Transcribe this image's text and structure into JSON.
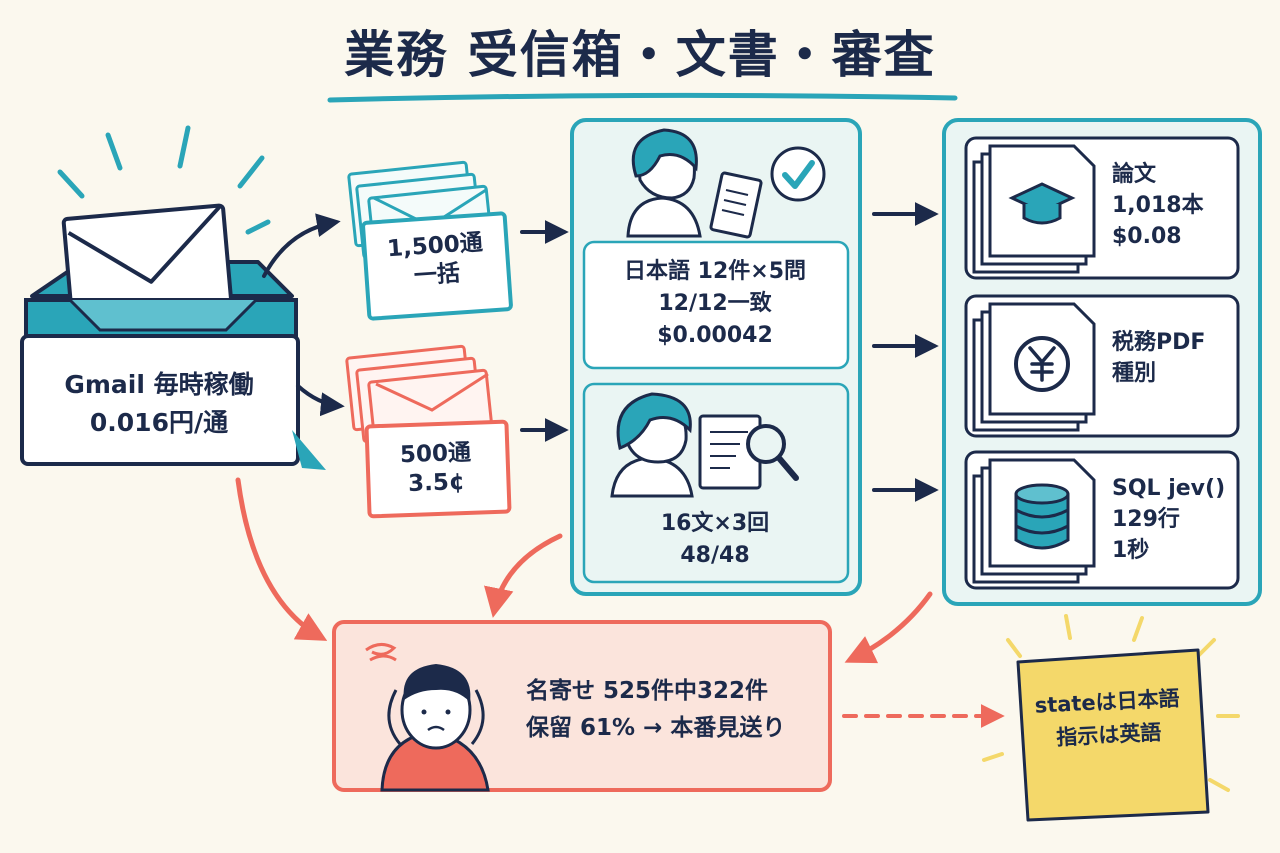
{
  "title": "業務 受信箱・文書・審査",
  "gmail": {
    "line1": "Gmail 毎時稼働",
    "line2": "0.016円/通"
  },
  "batch": {
    "line1": "1,500通",
    "line2": "一括"
  },
  "small": {
    "line1": "500通",
    "line2": "3.5¢"
  },
  "japanese_review": {
    "line1": "日本語 12件×5問",
    "line2": "12/12一致",
    "line3": "$0.00042"
  },
  "verification": {
    "line1": "16文×3回",
    "line2": "48/48"
  },
  "outputs": [
    {
      "lines": [
        "論文",
        "1,018本",
        "$0.08"
      ],
      "icon": "graduation-cap-icon"
    },
    {
      "lines": [
        "税務PDF",
        "種別"
      ],
      "icon": "yen-coin-icon"
    },
    {
      "lines": [
        "SQL jev()",
        "129行",
        "1秒"
      ],
      "icon": "database-icon"
    }
  ],
  "merge": {
    "line1": "名寄せ 525件中322件",
    "line2": "保留 61% → 本番見送り"
  },
  "note": {
    "line1": "stateは日本語",
    "line2": "指示は英語"
  },
  "colors": {
    "navy": "#1c2a4a",
    "teal": "#2aa5b8",
    "teal_fill": "#eaf5f3",
    "coral": "#ee6a5c",
    "coral_fill": "#fbe4dc",
    "note_yellow": "#f4d86a",
    "background": "#fbf8ee"
  }
}
